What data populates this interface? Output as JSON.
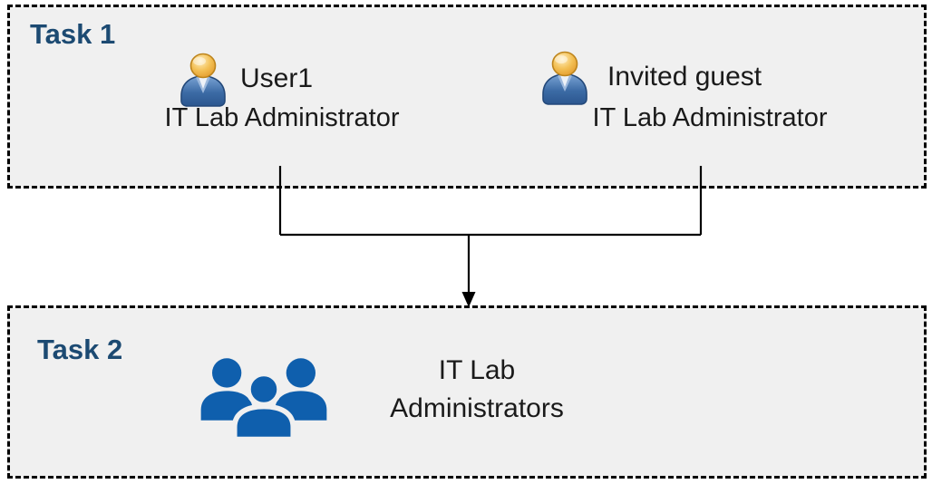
{
  "diagram": {
    "task1": {
      "label": "Task 1",
      "members": [
        {
          "name": "User1",
          "role": "IT Lab Administrator",
          "icon": "person-icon"
        },
        {
          "name": "Invited guest",
          "role": "IT Lab Administrator",
          "icon": "person-icon"
        }
      ]
    },
    "task2": {
      "label": "Task 2",
      "group": {
        "line1": "IT Lab",
        "line2": "Administrators",
        "icon": "people-group-icon"
      }
    },
    "connector": {
      "type": "merge-arrow",
      "description": "two lines merge and point down from Task 1 members to Task 2 group"
    },
    "colors": {
      "task_label": "#1c4a72",
      "box_fill": "#f0f0f0",
      "box_border": "#000000",
      "body_text": "#1a1a1a",
      "group_icon_blue": "#0f5fad",
      "person_head_gold": "#eeb044",
      "person_body_blue": "#3c6ba5",
      "connector_line": "#000000"
    }
  }
}
